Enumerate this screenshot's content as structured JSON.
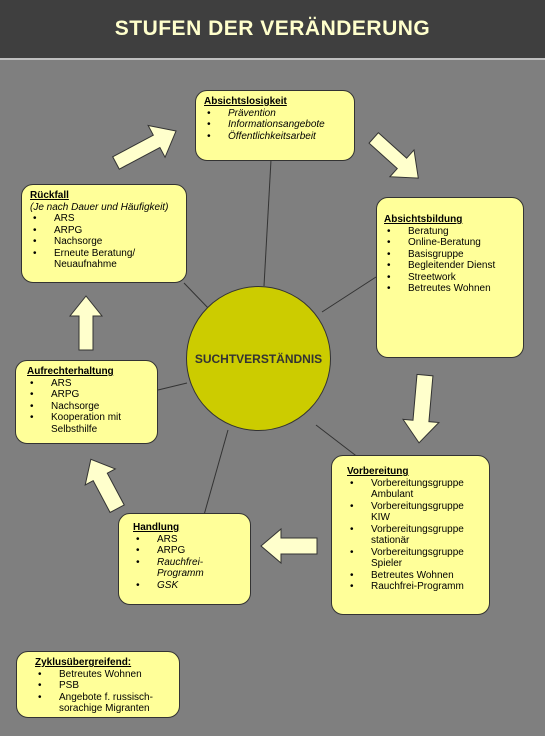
{
  "header": {
    "title": "STUFEN DER VERÄNDERUNG"
  },
  "center": {
    "label": "SUCHTVERSTÄNDNIS"
  },
  "stages": {
    "absichtslosigkeit": {
      "title": "Absichtslosigkeit",
      "items": [
        "Prävention",
        "Informationsangebote",
        "Öffentlichkeitsarbeit"
      ]
    },
    "absichtsbildung": {
      "title": "Absichtsbildung",
      "items": [
        "Beratung",
        "Online-Beratung",
        "Basisgruppe",
        "Begleitender Dienst",
        "Streetwork",
        "Betreutes Wohnen"
      ]
    },
    "vorbereitung": {
      "title": "Vorbereitung",
      "items": [
        "Vorbereitungsgruppe Ambulant",
        "Vorbereitungsgruppe KIW",
        "Vorbereitungsgruppe stationär",
        "Vorbereitungsgruppe Spieler",
        "Betreutes Wohnen",
        "Rauchfrei-Programm"
      ]
    },
    "handlung": {
      "title": "Handlung",
      "items": [
        "ARS",
        "ARPG",
        "Rauchfrei-Programm",
        "GSK"
      ]
    },
    "aufrechterhaltung": {
      "title": "Aufrechterhaltung",
      "items": [
        "ARS",
        "ARPG",
        "Nachsorge",
        "Kooperation mit Selbsthilfe"
      ]
    },
    "rueckfall": {
      "title": "Rückfall",
      "subtitle": "(Je nach Dauer und Häufigkeit)",
      "items": [
        "ARS",
        "ARPG",
        "Nachsorge",
        "Erneute Beratung/ Neuaufnahme"
      ]
    }
  },
  "cross_cycle": {
    "title": "Zyklusübergreifend:",
    "items": [
      "Betreutes Wohnen",
      "PSB",
      "Angebote f. russisch-sorachige Migranten"
    ]
  },
  "colors": {
    "box_fill": "#ffff99",
    "center_fill": "#cccc00",
    "header_bg": "#3f3f3f",
    "title_color": "#ffffcc",
    "background": "#7f7f7f"
  }
}
